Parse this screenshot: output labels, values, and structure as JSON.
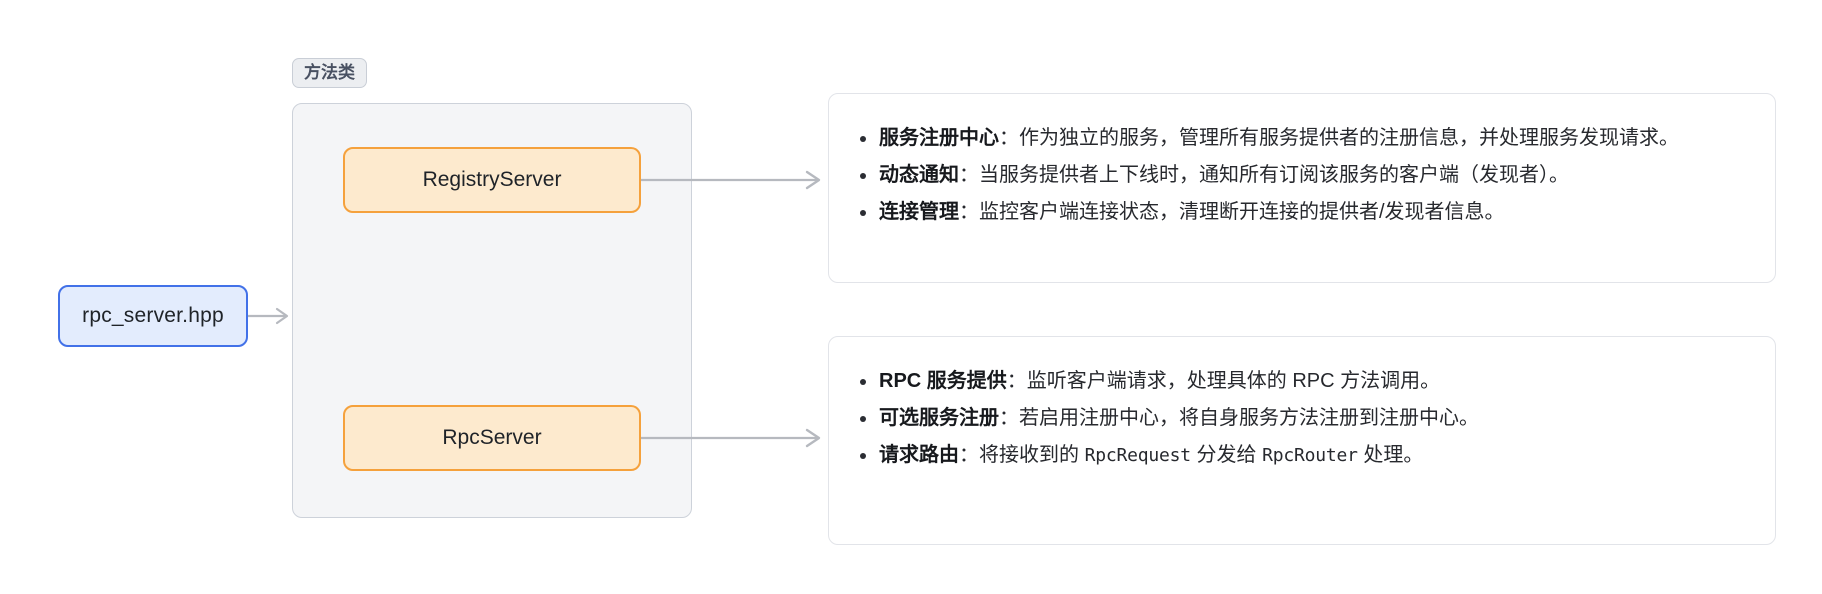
{
  "diagram": {
    "title_badge": "方法类",
    "source_node": {
      "label": "rpc_server.hpp"
    },
    "class_nodes": [
      {
        "id": "registryserver",
        "label": "RegistryServer"
      },
      {
        "id": "rpcserver",
        "label": "RpcServer"
      }
    ],
    "panels": [
      {
        "id": "registry",
        "items": [
          {
            "term": "服务注册中心",
            "sep": "：",
            "desc": "作为独立的服务，管理所有服务提供者的注册信息，并处理服务发现请求。"
          },
          {
            "term": "动态通知",
            "sep": "：",
            "desc": "当服务提供者上下线时，通知所有订阅该服务的客户端（发现者）。"
          },
          {
            "term": "连接管理",
            "sep": "：",
            "desc": "监控客户端连接状态，清理断开连接的提供者/发现者信息。"
          }
        ]
      },
      {
        "id": "rpc",
        "items": [
          {
            "term": "RPC 服务提供",
            "sep": "：",
            "desc": "监听客户端请求，处理具体的 RPC 方法调用。"
          },
          {
            "term": "可选服务注册",
            "sep": "：",
            "desc": "若启用注册中心，将自身服务方法注册到注册中心。"
          },
          {
            "term": "请求路由",
            "sep": "：",
            "desc_pre": "将接收到的 ",
            "code1": "RpcRequest",
            "desc_mid": " 分发给 ",
            "code2": "RpcRouter",
            "desc_post": " 处理。"
          }
        ]
      }
    ],
    "colors": {
      "node_blue_border": "#4271e8",
      "node_blue_fill": "#e3ecfd",
      "node_orange_border": "#f5a13c",
      "node_orange_fill": "#fdeace",
      "group_fill": "#f4f5f7",
      "group_border": "#cdd2da",
      "panel_border": "#e2e4e9",
      "arrow": "#b6b9bf",
      "badge_fill": "#eceef1",
      "text": "#24292f"
    }
  }
}
